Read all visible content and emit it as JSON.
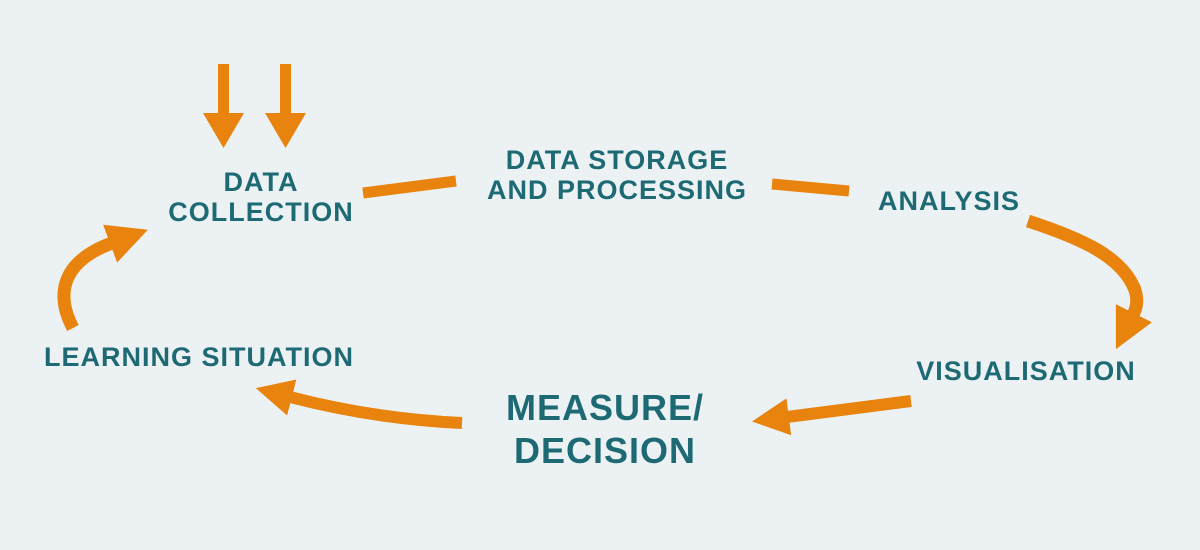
{
  "colors": {
    "canvas_background": "#ECF2F4",
    "arrow_orange": "#E8830E",
    "label_teal": "#1E6A74"
  },
  "diagram": {
    "description": "Learning analytics cycle diagram",
    "nodes": {
      "data_collection": {
        "line1": "DATA",
        "line2": "COLLECTION"
      },
      "data_storage": {
        "line1": "DATA STORAGE",
        "line2": "AND PROCESSING"
      },
      "analysis": {
        "label": "ANALYSIS"
      },
      "visualisation": {
        "label": "VISUALISATION"
      },
      "measure_decision": {
        "line1": "MEASURE/",
        "line2": "DECISION"
      },
      "learning_situation": {
        "label": "LEARNING SITUATION"
      }
    },
    "edges": [
      {
        "name": "input-down-arrow-left",
        "type": "down-arrow",
        "to": "data_collection"
      },
      {
        "name": "input-down-arrow-right",
        "type": "down-arrow",
        "to": "data_collection"
      },
      {
        "name": "collection-to-storage-link",
        "type": "bar",
        "from": "data_collection",
        "to": "data_storage"
      },
      {
        "name": "storage-to-analysis-link",
        "type": "bar",
        "from": "data_storage",
        "to": "analysis"
      },
      {
        "name": "analysis-to-visualisation-arrow",
        "type": "curved-arrow",
        "from": "analysis",
        "to": "visualisation"
      },
      {
        "name": "visualisation-to-measure-arrow",
        "type": "straight-arrow",
        "from": "visualisation",
        "to": "measure_decision"
      },
      {
        "name": "measure-to-learning-arrow",
        "type": "curved-arrow",
        "from": "measure_decision",
        "to": "learning_situation"
      },
      {
        "name": "learning-to-collection-arrow",
        "type": "curved-arrow",
        "from": "learning_situation",
        "to": "data_collection"
      }
    ]
  }
}
